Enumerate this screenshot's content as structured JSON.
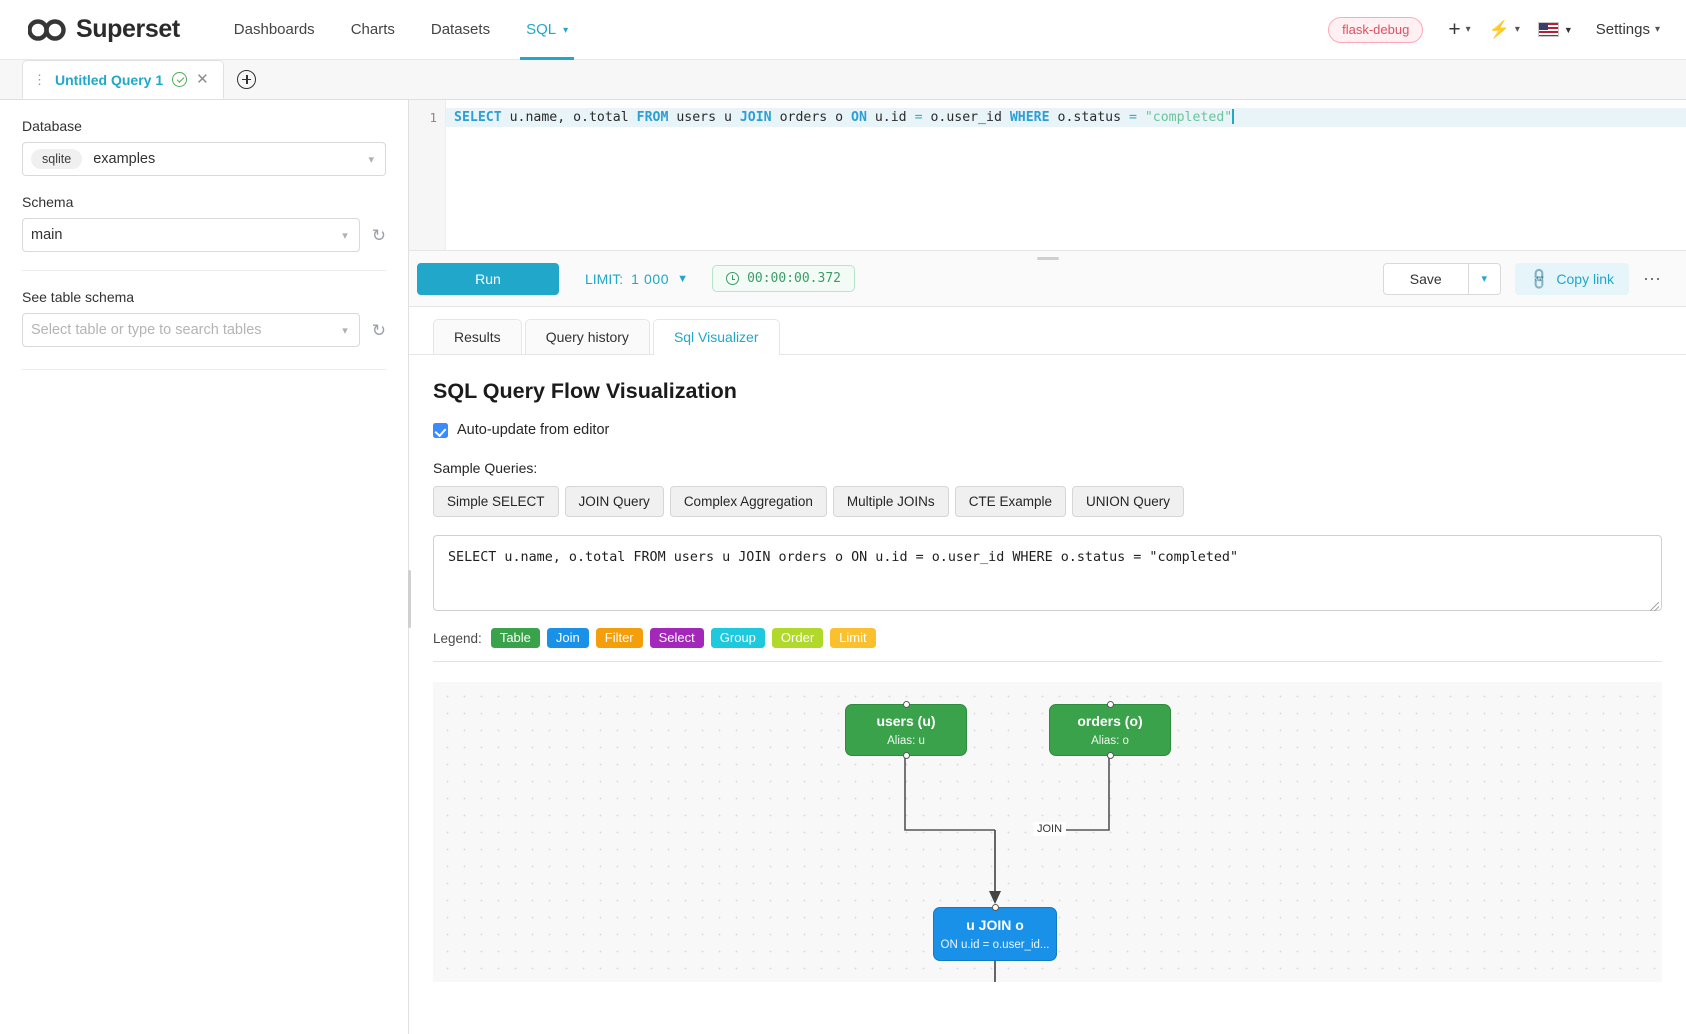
{
  "navbar": {
    "brand": "Superset",
    "links": [
      {
        "label": "Dashboards",
        "active": false,
        "caret": false
      },
      {
        "label": "Charts",
        "active": false,
        "caret": false
      },
      {
        "label": "Datasets",
        "active": false,
        "caret": false
      },
      {
        "label": "SQL",
        "active": true,
        "caret": true
      }
    ],
    "debug_badge": "flask-debug",
    "settings_label": "Settings",
    "accent_color": "#20a7c9"
  },
  "query_tabs": {
    "current": "Untitled Query 1"
  },
  "left_panel": {
    "database_label": "Database",
    "database_engine_chip": "sqlite",
    "database_value": "examples",
    "schema_label": "Schema",
    "schema_value": "main",
    "table_label": "See table schema",
    "table_placeholder": "Select table or type to search tables"
  },
  "editor": {
    "line_number": "1",
    "tokens": [
      {
        "t": "SELECT",
        "c": "kw"
      },
      {
        "t": " u.name, o.total ",
        "c": "plain"
      },
      {
        "t": "FROM",
        "c": "kw"
      },
      {
        "t": " users u ",
        "c": "plain"
      },
      {
        "t": "JOIN",
        "c": "kw"
      },
      {
        "t": " orders o ",
        "c": "plain"
      },
      {
        "t": "ON",
        "c": "kw"
      },
      {
        "t": " u.id ",
        "c": "plain"
      },
      {
        "t": "=",
        "c": "op"
      },
      {
        "t": " o.user_id ",
        "c": "plain"
      },
      {
        "t": "WHERE",
        "c": "kw"
      },
      {
        "t": " o.status ",
        "c": "plain"
      },
      {
        "t": "=",
        "c": "op"
      },
      {
        "t": " \"completed\"",
        "c": "str"
      }
    ]
  },
  "toolbar": {
    "run_label": "Run",
    "limit_prefix": "LIMIT:",
    "limit_value": "1 000",
    "timer": "00:00:00.372",
    "save_label": "Save",
    "copy_link_label": "Copy link"
  },
  "result_tabs": [
    {
      "label": "Results",
      "active": false
    },
    {
      "label": "Query history",
      "active": false
    },
    {
      "label": "Sql Visualizer",
      "active": true
    }
  ],
  "visualizer": {
    "title": "SQL Query Flow Visualization",
    "auto_update_label": "Auto-update from editor",
    "auto_update_checked": true,
    "samples_label": "Sample Queries:",
    "sample_buttons": [
      "Simple SELECT",
      "JOIN Query",
      "Complex Aggregation",
      "Multiple JOINs",
      "CTE Example",
      "UNION Query"
    ],
    "sql_text": "SELECT u.name, o.total FROM users u JOIN orders o ON u.id = o.user_id WHERE o.status = \"completed\"",
    "legend_label": "Legend:",
    "legend": [
      {
        "label": "Table",
        "color": "#3aa24a"
      },
      {
        "label": "Join",
        "color": "#1a91e8"
      },
      {
        "label": "Filter",
        "color": "#f59e0b"
      },
      {
        "label": "Select",
        "color": "#a327b8"
      },
      {
        "label": "Group",
        "color": "#1ec8dd"
      },
      {
        "label": "Order",
        "color": "#b0d92b"
      },
      {
        "label": "Limit",
        "color": "#fbc02d"
      }
    ],
    "graph": {
      "nodes": [
        {
          "id": "users",
          "title": "users (u)",
          "sub": "Alias: u",
          "kind": "table"
        },
        {
          "id": "orders",
          "title": "orders (o)",
          "sub": "Alias: o",
          "kind": "table"
        },
        {
          "id": "join",
          "title": "u JOIN o",
          "sub": "ON u.id = o.user_id...",
          "kind": "join"
        }
      ],
      "edges": [
        {
          "from": "users",
          "to": "join",
          "label": ""
        },
        {
          "from": "orders",
          "to": "join",
          "label": "JOIN"
        }
      ]
    }
  }
}
